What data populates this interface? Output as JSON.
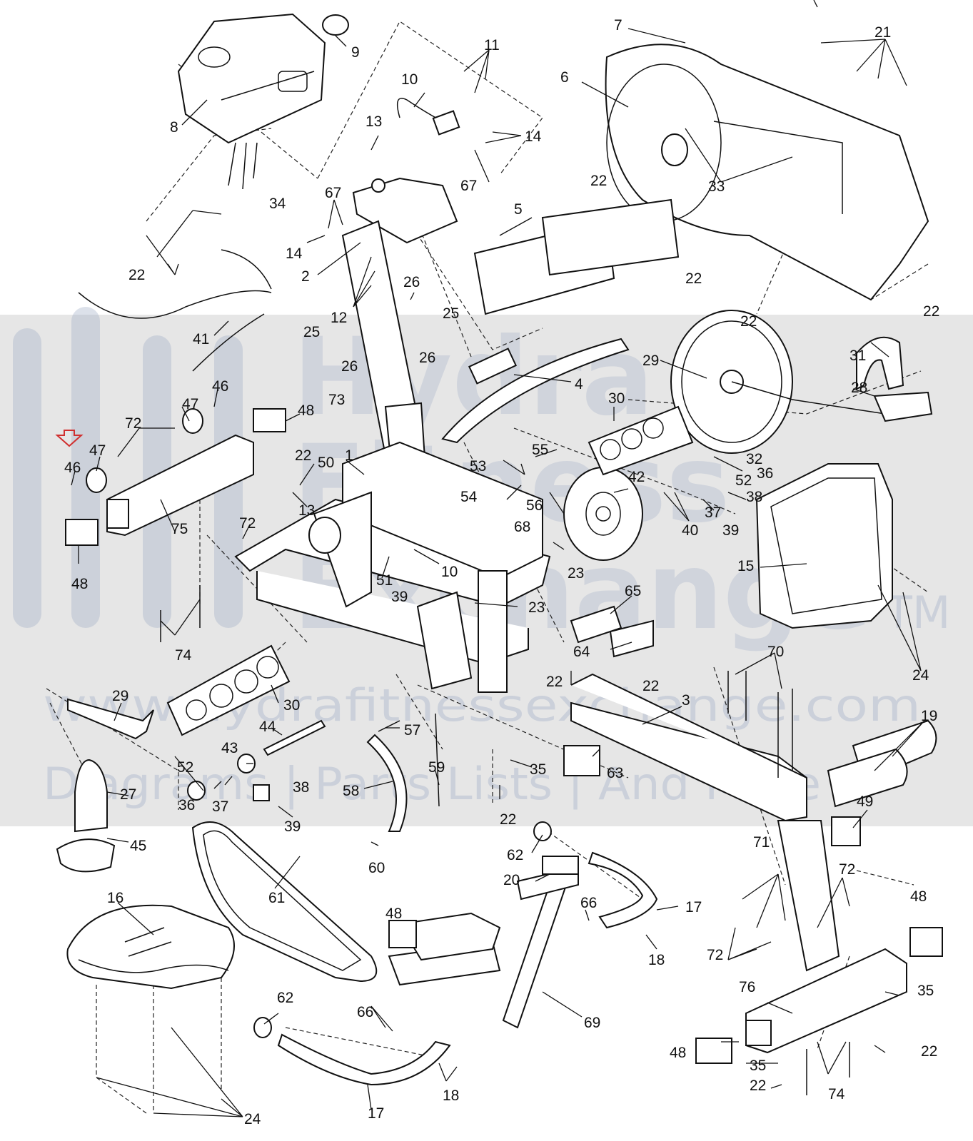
{
  "watermark": {
    "line1": "Hydra",
    "line2": "Fitness",
    "line3": "Exchange",
    "tm": "TM",
    "url": "www.hydrafitnessexchange.com",
    "tagline": "Diagrams | Parts Lists | And More"
  },
  "colors": {
    "band": "#e6e6e6",
    "watermark": "#9aa8c4",
    "indicator_arrow": "#d03030",
    "linework": "#111111"
  },
  "indicator": {
    "name": "red-arrow-marker",
    "points_to_label": "46"
  },
  "callouts": [
    {
      "id": "c1",
      "text": "1"
    },
    {
      "id": "c2",
      "text": "2"
    },
    {
      "id": "c3",
      "text": "3"
    },
    {
      "id": "c4",
      "text": "4"
    },
    {
      "id": "c5",
      "text": "5"
    },
    {
      "id": "c6",
      "text": "6"
    },
    {
      "id": "c7",
      "text": "7"
    },
    {
      "id": "c8",
      "text": "8"
    },
    {
      "id": "c9",
      "text": "9"
    },
    {
      "id": "c10a",
      "text": "10"
    },
    {
      "id": "c10b",
      "text": "10"
    },
    {
      "id": "c11",
      "text": "11"
    },
    {
      "id": "c12",
      "text": "12"
    },
    {
      "id": "c13a",
      "text": "13"
    },
    {
      "id": "c13b",
      "text": "13"
    },
    {
      "id": "c14a",
      "text": "14"
    },
    {
      "id": "c14b",
      "text": "14"
    },
    {
      "id": "c15",
      "text": "15"
    },
    {
      "id": "c16",
      "text": "16"
    },
    {
      "id": "c17a",
      "text": "17"
    },
    {
      "id": "c17b",
      "text": "17"
    },
    {
      "id": "c18a",
      "text": "18"
    },
    {
      "id": "c18b",
      "text": "18"
    },
    {
      "id": "c19",
      "text": "19"
    },
    {
      "id": "c20",
      "text": "20"
    },
    {
      "id": "c21",
      "text": "21"
    },
    {
      "id": "c22a",
      "text": "22"
    },
    {
      "id": "c22b",
      "text": "22"
    },
    {
      "id": "c22c",
      "text": "22"
    },
    {
      "id": "c22d",
      "text": "22"
    },
    {
      "id": "c22e",
      "text": "22"
    },
    {
      "id": "c22f",
      "text": "22"
    },
    {
      "id": "c22g",
      "text": "22"
    },
    {
      "id": "c22h",
      "text": "22"
    },
    {
      "id": "c22i",
      "text": "22"
    },
    {
      "id": "c22j",
      "text": "22"
    },
    {
      "id": "c22k",
      "text": "22"
    },
    {
      "id": "c23a",
      "text": "23"
    },
    {
      "id": "c23b",
      "text": "23"
    },
    {
      "id": "c24a",
      "text": "24"
    },
    {
      "id": "c24b",
      "text": "24"
    },
    {
      "id": "c25a",
      "text": "25"
    },
    {
      "id": "c25b",
      "text": "25"
    },
    {
      "id": "c26a",
      "text": "26"
    },
    {
      "id": "c26b",
      "text": "26"
    },
    {
      "id": "c26c",
      "text": "26"
    },
    {
      "id": "c27",
      "text": "27"
    },
    {
      "id": "c28",
      "text": "28"
    },
    {
      "id": "c29a",
      "text": "29"
    },
    {
      "id": "c29b",
      "text": "29"
    },
    {
      "id": "c30a",
      "text": "30"
    },
    {
      "id": "c30b",
      "text": "30"
    },
    {
      "id": "c31",
      "text": "31"
    },
    {
      "id": "c32",
      "text": "32"
    },
    {
      "id": "c33",
      "text": "33"
    },
    {
      "id": "c34",
      "text": "34"
    },
    {
      "id": "c35a",
      "text": "35"
    },
    {
      "id": "c35b",
      "text": "35"
    },
    {
      "id": "c35c",
      "text": "35"
    },
    {
      "id": "c36a",
      "text": "36"
    },
    {
      "id": "c36b",
      "text": "36"
    },
    {
      "id": "c37a",
      "text": "37"
    },
    {
      "id": "c37b",
      "text": "37"
    },
    {
      "id": "c38a",
      "text": "38"
    },
    {
      "id": "c38b",
      "text": "38"
    },
    {
      "id": "c39a",
      "text": "39"
    },
    {
      "id": "c39b",
      "text": "39"
    },
    {
      "id": "c39c",
      "text": "39"
    },
    {
      "id": "c40",
      "text": "40"
    },
    {
      "id": "c41",
      "text": "41"
    },
    {
      "id": "c42",
      "text": "42"
    },
    {
      "id": "c43",
      "text": "43"
    },
    {
      "id": "c44",
      "text": "44"
    },
    {
      "id": "c45",
      "text": "45"
    },
    {
      "id": "c46a",
      "text": "46"
    },
    {
      "id": "c46b",
      "text": "46"
    },
    {
      "id": "c47a",
      "text": "47"
    },
    {
      "id": "c47b",
      "text": "47"
    },
    {
      "id": "c48a",
      "text": "48"
    },
    {
      "id": "c48b",
      "text": "48"
    },
    {
      "id": "c48c",
      "text": "48"
    },
    {
      "id": "c48d",
      "text": "48"
    },
    {
      "id": "c48e",
      "text": "48"
    },
    {
      "id": "c49",
      "text": "49"
    },
    {
      "id": "c50",
      "text": "50"
    },
    {
      "id": "c51",
      "text": "51"
    },
    {
      "id": "c52a",
      "text": "52"
    },
    {
      "id": "c52b",
      "text": "52"
    },
    {
      "id": "c53",
      "text": "53"
    },
    {
      "id": "c54",
      "text": "54"
    },
    {
      "id": "c55",
      "text": "55"
    },
    {
      "id": "c56",
      "text": "56"
    },
    {
      "id": "c57",
      "text": "57"
    },
    {
      "id": "c58",
      "text": "58"
    },
    {
      "id": "c59",
      "text": "59"
    },
    {
      "id": "c60",
      "text": "60"
    },
    {
      "id": "c61",
      "text": "61"
    },
    {
      "id": "c62a",
      "text": "62"
    },
    {
      "id": "c62b",
      "text": "62"
    },
    {
      "id": "c63",
      "text": "63"
    },
    {
      "id": "c64",
      "text": "64"
    },
    {
      "id": "c65",
      "text": "65"
    },
    {
      "id": "c66a",
      "text": "66"
    },
    {
      "id": "c66b",
      "text": "66"
    },
    {
      "id": "c67a",
      "text": "67"
    },
    {
      "id": "c67b",
      "text": "67"
    },
    {
      "id": "c68",
      "text": "68"
    },
    {
      "id": "c69",
      "text": "69"
    },
    {
      "id": "c70",
      "text": "70"
    },
    {
      "id": "c71",
      "text": "71"
    },
    {
      "id": "c72a",
      "text": "72"
    },
    {
      "id": "c72b",
      "text": "72"
    },
    {
      "id": "c72c",
      "text": "72"
    },
    {
      "id": "c72d",
      "text": "72"
    },
    {
      "id": "c73",
      "text": "73"
    },
    {
      "id": "c74a",
      "text": "74"
    },
    {
      "id": "c74b",
      "text": "74"
    },
    {
      "id": "c75",
      "text": "75"
    },
    {
      "id": "c76",
      "text": "76"
    }
  ]
}
